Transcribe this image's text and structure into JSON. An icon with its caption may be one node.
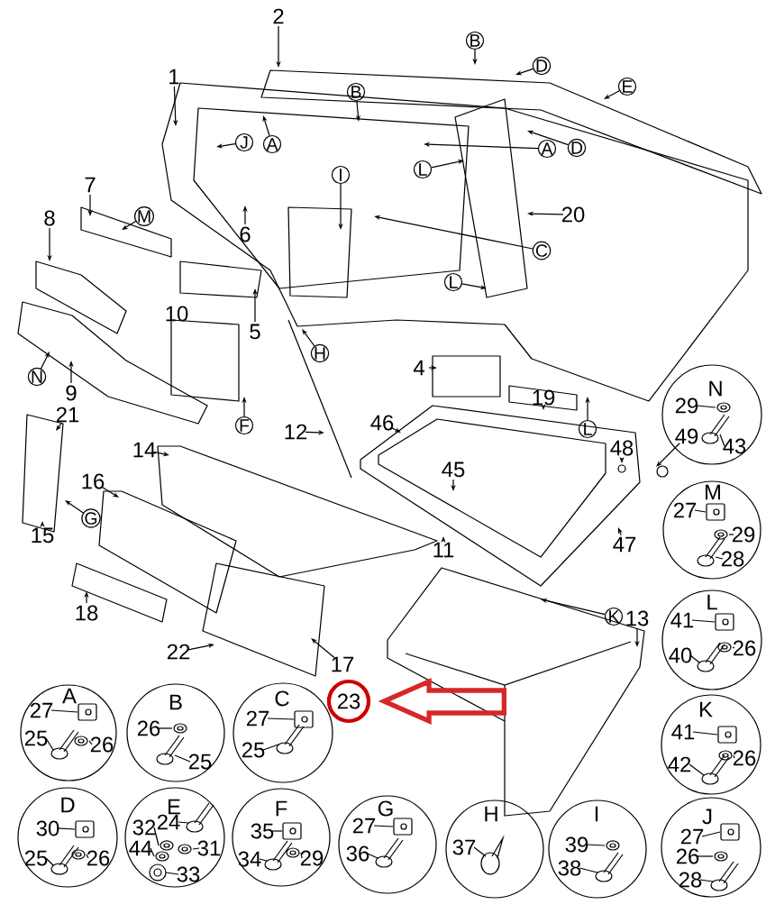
{
  "diagram": {
    "nodes": [
      {
        "text": [
          "A",
          "27",
          "25",
          "26"
        ]
      },
      {
        "text": [
          "B",
          "26",
          "25"
        ]
      },
      {
        "text": [
          "C",
          "27",
          "25"
        ]
      },
      {
        "text": [
          "K",
          "41",
          "42",
          "26"
        ]
      },
      {
        "text": [
          "D",
          "30",
          "25",
          "26"
        ]
      },
      {
        "text": [
          "E",
          "24",
          "32",
          "44",
          "31",
          "33"
        ]
      },
      {
        "text": [
          "F",
          "35",
          "34",
          "29"
        ]
      },
      {
        "text": [
          "G",
          "27",
          "36"
        ]
      },
      {
        "text": [
          "H",
          "37"
        ]
      },
      {
        "text": [
          "I",
          "39",
          "38"
        ]
      },
      {
        "text": [
          "J",
          "27",
          "26",
          "28"
        ]
      },
      {
        "text": [
          "N",
          "29",
          "43"
        ]
      },
      {
        "text": [
          "M",
          "27",
          "29",
          "28"
        ]
      },
      {
        "text": [
          "L",
          "41",
          "26",
          "40"
        ]
      },
      {
        "text": [
          "23"
        ]
      },
      {
        "text": [],
        "shape": "picture"
      }
    ],
    "edges": [
      {
        "from": 15,
        "to": 14,
        "arrow": "to",
        "style": "thick",
        "color": "#d62828"
      }
    ],
    "labels": [
      "2",
      "B",
      "D",
      "E",
      "1",
      "B",
      "J",
      "A",
      "A",
      "D",
      "L",
      "I",
      "7",
      "8",
      "M",
      "20",
      "6",
      "C",
      "L",
      "10",
      "5",
      "H",
      "4",
      "19",
      "N",
      "9",
      "F",
      "L",
      "21",
      "12",
      "46",
      "48",
      "49",
      "14",
      "16",
      "45",
      "G",
      "15",
      "11",
      "47",
      "18",
      "K",
      "13",
      "22",
      "17"
    ]
  }
}
